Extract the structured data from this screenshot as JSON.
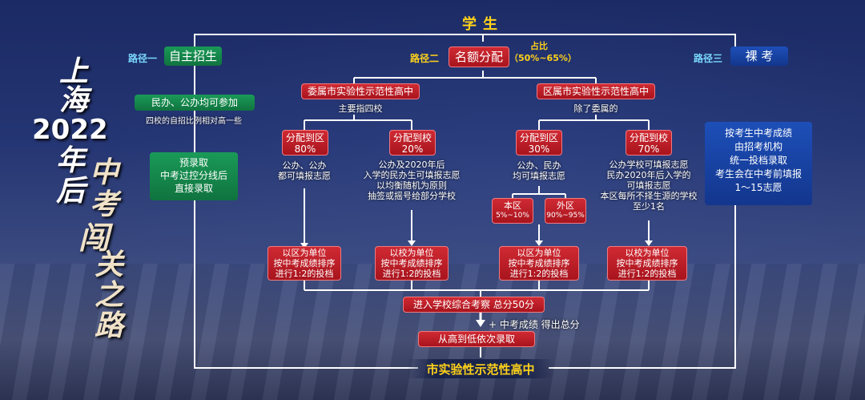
{
  "top_title": "学生",
  "bottom_title": "市实验性示范性高中",
  "side_title": {
    "line1": "上",
    "line2": "海",
    "line3": "2022",
    "line4": "年",
    "line5": "后",
    "col2_1": "中",
    "col2_2": "考",
    "col3_1": "闯",
    "col3_2": "关",
    "col3_3": "之",
    "col3_4": "路"
  },
  "route1": {
    "tag": "路径一",
    "name": "自主招生",
    "note1": "民办、公办均可参加",
    "note2": "四校的自招比例相对高一些",
    "box": [
      "预录取",
      "中考过控分线后",
      "直接录取"
    ]
  },
  "route2": {
    "tag": "路径二",
    "name": "名额分配",
    "ratio_label": "占比",
    "ratio": "（50%~65%）",
    "left": {
      "title": "委属市实验性示范性高中",
      "sub": "主要指四校",
      "to_district": {
        "title": "分配到区",
        "pct": "80%",
        "desc": [
          "公办、公办",
          "都可填报志愿"
        ]
      },
      "to_school": {
        "title": "分配到校",
        "pct": "20%",
        "desc": [
          "公办及2020年后",
          "入学的民办生可填报志愿",
          "以均衡随机为原则",
          "抽签或摇号给部分学校"
        ]
      }
    },
    "right": {
      "title": "区属市实验性示范性高中",
      "sub": "除了委属的",
      "to_district": {
        "title": "分配到区",
        "pct": "30%",
        "desc": [
          "公办、民办",
          "均可填报志愿"
        ]
      },
      "to_school": {
        "title": "分配到校",
        "pct": "70%",
        "desc": [
          "公办学校可填报志愿",
          "民办2020年后入学的",
          "可填报志愿",
          "本区每所不择生源的学校",
          "至少1名"
        ]
      },
      "in_district": {
        "title": "本区",
        "pct": "5%~10%"
      },
      "out_district": {
        "title": "外区",
        "pct": "90%~95%"
      }
    },
    "submit_boxes": [
      [
        "以区为单位",
        "按中考成绩排序",
        "进行1:2的投档"
      ],
      [
        "以校为单位",
        "按中考成绩排序",
        "进行1:2的投档"
      ],
      [
        "以区为单位",
        "按中考成绩排序",
        "进行1:2的投档"
      ],
      [
        "以校为单位",
        "按中考成绩排序",
        "进行1:2的投档"
      ]
    ]
  },
  "route3": {
    "tag": "路径三",
    "name": "裸 考",
    "box": [
      "按考生中考成绩",
      "由招考机构",
      "统一投档录取",
      "考生会在中考前填报",
      "1～15志愿"
    ]
  },
  "flow": {
    "assess": "进入学校综合考察  总分50分",
    "plus": "+ 中考成绩 得出总分",
    "admit": "从高到低依次录取"
  }
}
